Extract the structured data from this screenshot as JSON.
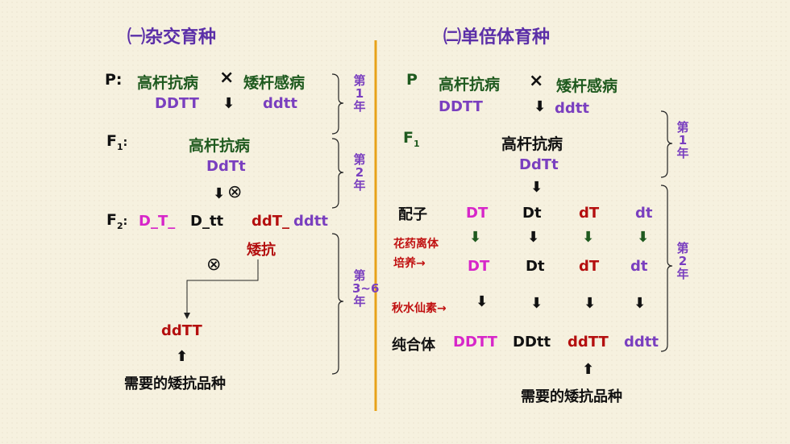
{
  "left": {
    "title": "㈠杂交育种",
    "p_label": "P:",
    "parent1": "高杆抗病",
    "cross": "×",
    "parent2": "矮杆感病",
    "genotype1": "DDTT",
    "genotype2": "ddtt",
    "f1_label": "F",
    "f1_sub": "1",
    "f1_colon": ":",
    "f1_pheno": "高杆抗病",
    "f1_geno": "DdTt",
    "f2_label": "F",
    "f2_sub": "2",
    "f2_colon": ":",
    "f2_g1": "D_T_",
    "f2_g2": "D_tt",
    "f2_g3": "ddT_",
    "f2_g4": "ddtt",
    "dwarf_resist": "矮抗",
    "result": "ddTT",
    "needed": "需要的矮抗品种",
    "year1": "第1年",
    "year2": "第2年",
    "year3": "第3~6年"
  },
  "right": {
    "title": "㈡单倍体育种",
    "p_label": "P",
    "parent1": "高杆抗病",
    "cross": "×",
    "parent2": "矮杆感病",
    "genotype1": "DDTT",
    "genotype2": "ddtt",
    "f1_label": "F",
    "f1_sub": "1",
    "f1_pheno": "高杆抗病",
    "f1_geno": "DdTt",
    "gamete_label": "配子",
    "gametes": [
      "DT",
      "Dt",
      "dT",
      "dt"
    ],
    "anther_label1": "花药离体",
    "anther_label2": "培养→",
    "haploids": [
      "DT",
      "Dt",
      "dT",
      "dt"
    ],
    "colch_label": "秋水仙素→",
    "pure_label": "纯合体",
    "pure": [
      "DDTT",
      "DDtt",
      "ddTT",
      "ddtt"
    ],
    "needed": "需要的矮抗品种",
    "year1": "第1年",
    "year2": "第2年"
  },
  "colors": {
    "title": "#5b2fa8",
    "green": "#1f5a1f",
    "purple": "#7a3fbf",
    "magenta": "#d726c9",
    "red": "#b40f0f",
    "divider": "#e8a21a"
  }
}
